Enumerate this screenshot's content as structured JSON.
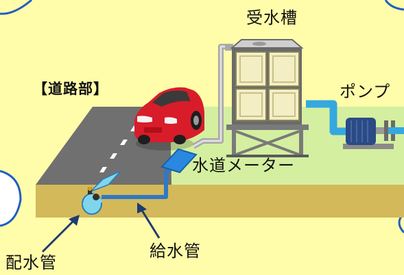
{
  "labels": {
    "road_section": "【道路部】",
    "water_tank": "受水槽",
    "pump": "ポンプ",
    "water_meter": "水道メーター",
    "service_pipe": "給水管",
    "distribution_main": "配水管"
  },
  "colors": {
    "background": "#fffcaa",
    "bubble_outline": "#1f5ec4",
    "ground_surface": "#d4efa0",
    "ground_front": "#d3b95a",
    "road": "#707070",
    "pipe": "#2f78c4",
    "car": "#d91c2a",
    "meter": "#2a88e0",
    "tank_panel": "#f4eec4",
    "tank_frame": "#6a6a6a",
    "pump_body": "#2b4a86",
    "arrow": "#1d3c70"
  }
}
